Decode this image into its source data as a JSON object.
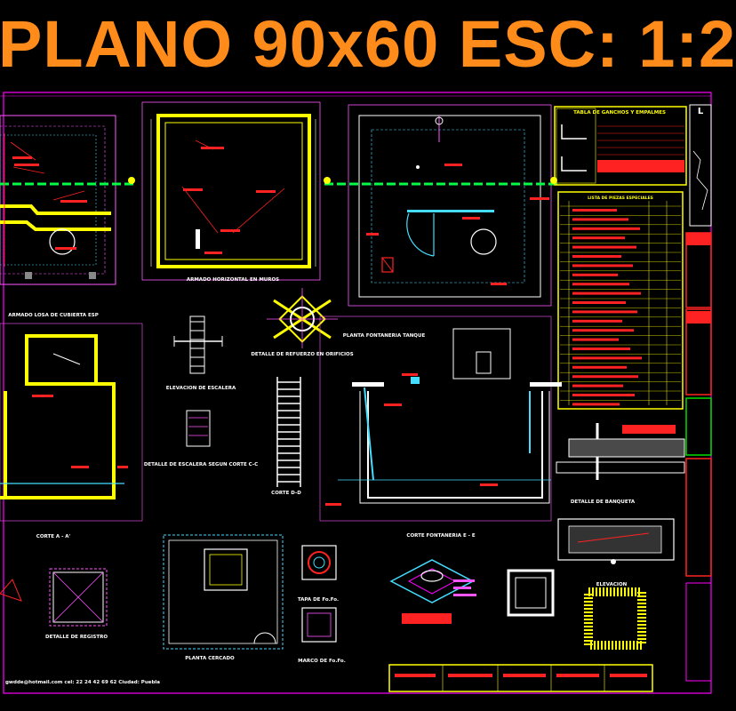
{
  "title": "PLANO 90x60 ESC: 1:2",
  "colors": {
    "background": "#000000",
    "title": "#ff8c1a",
    "frame": "#ff00ff",
    "walls": "#ffff00",
    "dims": "#ff55ff",
    "rebar": "#00ff44",
    "pipes": "#44ddff",
    "white": "#ffffff",
    "red": "#ff2222",
    "panel_green": "#00dd00"
  },
  "drawings": {
    "losa": "ARMADO LOSA DE CUBIERTA ESP",
    "muros": "ARMADO HORIZONTAL EN MUROS",
    "tanque": "PLANTA FONTANERIA TANQUE",
    "refuerzo": "DETALLE DE REFUERZO EN ORIFICIOS",
    "elev_escalera": "ELEVACION DE ESCALERA",
    "det_escalera": "DETALLE DE ESCALERA SEGUN CORTE C-C",
    "corte_dd": "CORTE D-D",
    "corte_a": "CORTE A - A'",
    "corte_ee": "CORTE FONTANERIA E - E",
    "banqueta": "DETALLE DE BANQUETA",
    "elevacion": "ELEVACION",
    "registro": "DETALLE DE REGISTRO",
    "cercado": "PLANTA CERCADO",
    "tapa": "TAPA DE Fo.Fo.",
    "marco": "MARCO DE Fo.Fo."
  },
  "tables": {
    "ganchos": "TABLA DE GANCHOS Y EMPALMES",
    "piezas": "LISTA DE PIEZAS ESPECIALES"
  },
  "footer": {
    "contact": "gwdde@hotmail.com   cel: 22 24 42 69 62   Ciudad: Puebla"
  },
  "corner_panel_letter": "L"
}
